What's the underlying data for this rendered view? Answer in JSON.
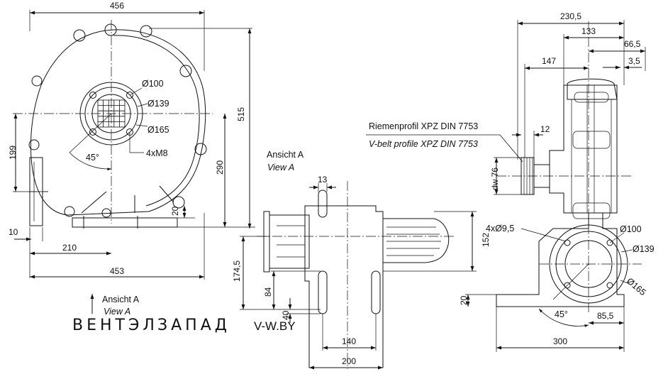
{
  "front_view": {
    "dims": {
      "overall_width": "456",
      "overall_height": "515",
      "height_to_center": "199",
      "outlet_height": "290",
      "foot_thickness": "20",
      "base_offset": "10",
      "foot_to_center": "210",
      "base_width": "453"
    },
    "bolt_circles": [
      "Ø100",
      "Ø139",
      "Ø165"
    ],
    "bolts": "4xM8",
    "angle": "45°",
    "view_arrow": {
      "label": "Ansicht A",
      "label_en": "View A"
    }
  },
  "view_a": {
    "title": "Ansicht A",
    "title_en": "View A",
    "dims": {
      "slot_width": "13",
      "height_to_center": "174,5",
      "slot_spacing": "84",
      "slot_offset": "40",
      "slot_pitch": "140",
      "base_width": "200",
      "height_152": "152"
    }
  },
  "side_view": {
    "dims": {
      "total": "230,5",
      "d133": "133",
      "d66_5": "66,5",
      "d3_5": "3,5",
      "d147": "147",
      "d12": "12",
      "dw76": "dw 76",
      "foot": "20",
      "d85_5": "85,5",
      "d300": "300"
    },
    "belt_profile": "Riemenprofil XPZ DIN 7753",
    "belt_profile_en": "V-belt profile XPZ DIN 7753",
    "holes": "4xØ9,5",
    "bolt_circles": [
      "Ø100",
      "Ø139",
      "Ø165"
    ],
    "angle": "45°"
  },
  "watermark": {
    "brand_light": "ВЕНТЭЛ",
    "brand_dark": "ЗАПАД",
    "site": "V-W.BY",
    "colors": {
      "light": "#a9c6e3",
      "dark": "#6b6b6b",
      "site": "#b8b8b8"
    }
  }
}
